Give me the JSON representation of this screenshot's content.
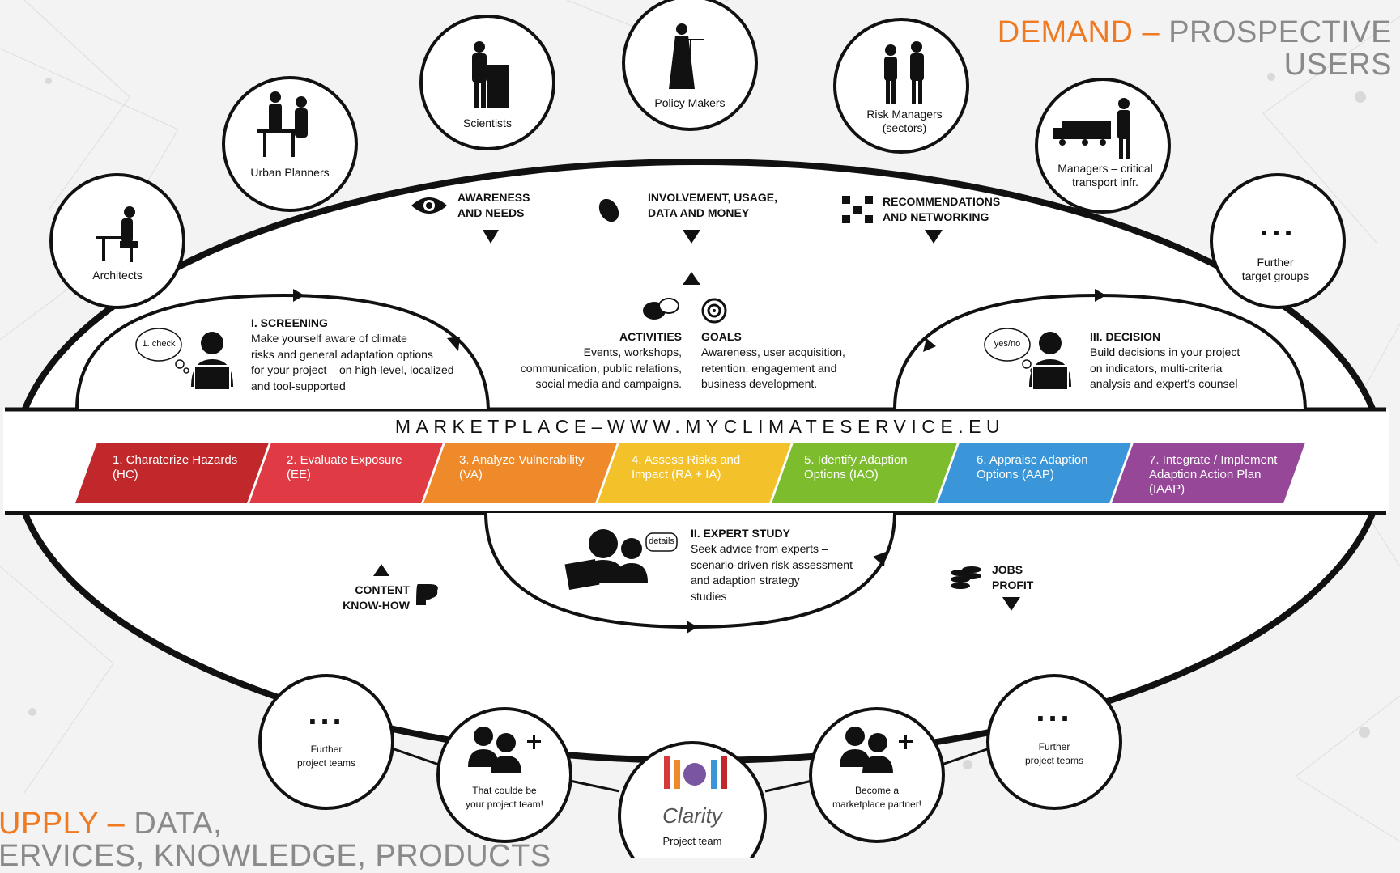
{
  "corners": {
    "demand_accent": "DEMAND –",
    "demand_rest": "PROSPECTIVE",
    "demand_line2": "USERS",
    "supply_accent": "UPPLY –",
    "supply_rest": "DATA,",
    "supply_line2": "ERVICES, KNOWLEDGE, PRODUCTS"
  },
  "top_groups": [
    {
      "label": "Architects",
      "icon": "architect-icon"
    },
    {
      "label": "Urban Planners",
      "icon": "urban-planners-icon"
    },
    {
      "label": "Scientists",
      "icon": "scientist-icon"
    },
    {
      "label": "Policy Makers",
      "icon": "justice-icon"
    },
    {
      "label": "Risk Managers",
      "label2": "(sectors)",
      "icon": "risk-managers-icon"
    },
    {
      "label": "Managers – critical",
      "label2": "transport infr.",
      "icon": "truck-icon"
    },
    {
      "label": "Further",
      "label2": "target groups",
      "icon": "ellipsis-icon",
      "dots": "..."
    }
  ],
  "flows": {
    "awareness": {
      "line1": "AWARENESS",
      "line2": "AND NEEDS"
    },
    "involvement": {
      "line1": "INVOLVEMENT, USAGE,",
      "line2": "DATA AND MONEY"
    },
    "recommendations": {
      "line1": "RECOMMENDATIONS",
      "line2": "AND NETWORKING"
    },
    "content": {
      "line1": "CONTENT",
      "line2": "KNOW-HOW"
    },
    "jobs": {
      "line1": "JOBS",
      "line2": "PROFIT"
    }
  },
  "activities": {
    "title": "ACTIVITIES",
    "lines": [
      "Events, workshops,",
      "communication, public relations,",
      "social media and campaigns."
    ]
  },
  "goals": {
    "title": "GOALS",
    "lines": [
      "Awareness, user acquisition,",
      "retention, engagement and",
      "business development."
    ]
  },
  "screening": {
    "bubble": "1. check",
    "title": "I. SCREENING",
    "lines": [
      "Make yourself aware of climate",
      "risks and general adaptation options",
      "for your project – on high-level, localized",
      "and tool-supported"
    ]
  },
  "decision": {
    "bubble": "yes/no",
    "title": "III. DECISION",
    "lines": [
      "Build decisions in your project",
      "on indicators, multi-criteria",
      "analysis and expert's counsel"
    ]
  },
  "expert": {
    "bubble": "details",
    "title": "II. EXPERT STUDY",
    "lines": [
      "Seek advice from experts –",
      "scenario-driven risk assessment",
      "and adaption strategy",
      "studies"
    ]
  },
  "marketplace": "MARKETPLACE–WWW.MYCLIMATESERVICE.EU",
  "stages": [
    {
      "line1": "1. Charaterize  Hazards",
      "line2": "(HC)",
      "color": "#c0282b"
    },
    {
      "line1": "2. Evaluate Exposure",
      "line2": "(EE)",
      "color": "#e03a45"
    },
    {
      "line1": "3. Analyze Vulnerability",
      "line2": "(VA)",
      "color": "#ef8a2b"
    },
    {
      "line1": "4. Assess Risks and",
      "line2": "Impact (RA + IA)",
      "color": "#f3c22a"
    },
    {
      "line1": "5. Identify Adaption",
      "line2": "Options (IAO)",
      "color": "#7dbc2c"
    },
    {
      "line1": "6. Appraise Adaption",
      "line2": "Options (AAP)",
      "color": "#3a96d9"
    },
    {
      "line1": "7. Integrate / Implement",
      "line2": "Adaption Action Plan",
      "line3": "(IAAP)",
      "color": "#964797"
    }
  ],
  "bottom_groups": [
    {
      "dots": "...",
      "line1": "Further",
      "line2": "project teams"
    },
    {
      "line1": "That coulde be",
      "line2": "your project team!"
    },
    {
      "logo": "Clarity",
      "line1": "Project team"
    },
    {
      "line1": "Become a",
      "line2": "marketplace partner!"
    },
    {
      "dots": "...",
      "line1": "Further",
      "line2": "project teams"
    }
  ]
}
